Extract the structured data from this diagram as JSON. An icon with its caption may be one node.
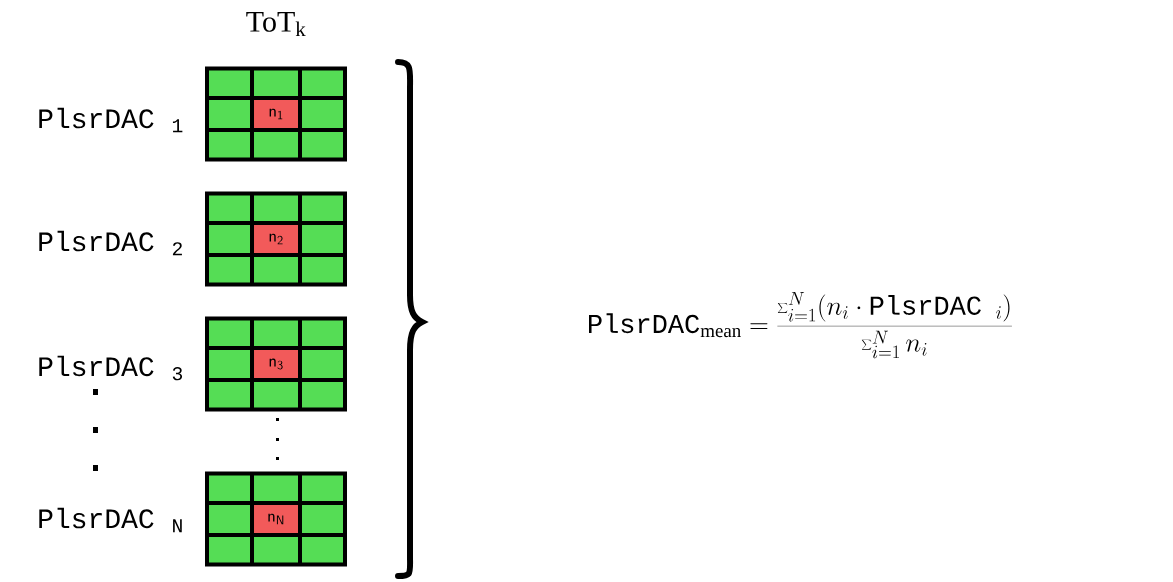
{
  "diagram": {
    "nodes": [
      {
        "text": [
          "n$_{1}$"
        ]
      },
      {
        "text": [
          "n$_{2}$"
        ]
      },
      {
        "text": [
          "n$_{3}$"
        ]
      },
      {
        "text": [
          "n$_{N}$"
        ]
      }
    ],
    "labels": [
      "ToT$_{k}$",
      "PlsrDAC $_{1}$",
      "PlsrDAC $_{2}$",
      "PlsrDAC $_{3}$",
      "PlsrDAC $_{N}$",
      "\\mathtt{PlsrDAC}_{\\mathrm{mean}} = \\frac{\\sum_{i=1}^{N}(n_i \\cdot \\mathtt{PlsrDAC}\\ \\ _i)}{\\sum_{i=1}^{N} n_i}"
    ]
  }
}
